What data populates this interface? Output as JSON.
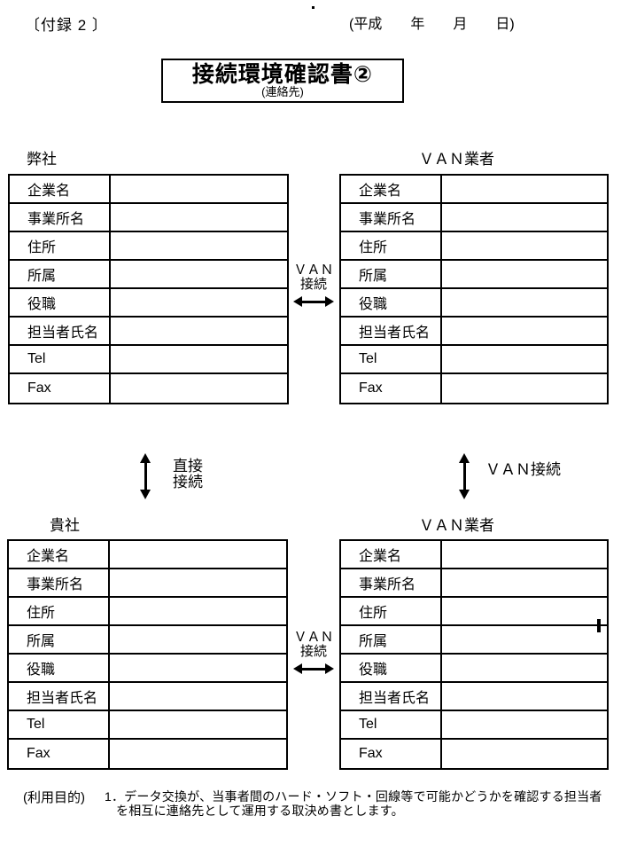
{
  "header": {
    "appendix": "〔付録 2 〕",
    "date": "(平成　　年　　月　　日)"
  },
  "title": {
    "main": "接続環境確認書②",
    "sub": "(連絡先)"
  },
  "row_labels": [
    "企業名",
    "事業所名",
    "住所",
    "所属",
    "役職",
    "担当者氏名",
    "Tel",
    "Fax"
  ],
  "sections": {
    "top": {
      "left_header": "弊社",
      "right_header": "ＶＡＮ業者",
      "connector_line1": "ＶＡＮ",
      "connector_line2": "接続"
    },
    "bottom": {
      "left_header": "貴社",
      "right_header": "ＶＡＮ業者",
      "connector_line1": "ＶＡＮ",
      "connector_line2": "接続"
    }
  },
  "vertical_connectors": {
    "left_line1": "直接",
    "left_line2": "接続",
    "right_label": "ＶＡＮ接続"
  },
  "note": {
    "label": "(利用目的)",
    "line1": "1．データ交換が、当事者間のハード・ソフト・回線等で可能かどうかを確認する担当者",
    "line2": "を相互に連絡先として運用する取決め書とします。"
  },
  "colors": {
    "ink": "#000000",
    "paper": "#ffffff"
  }
}
